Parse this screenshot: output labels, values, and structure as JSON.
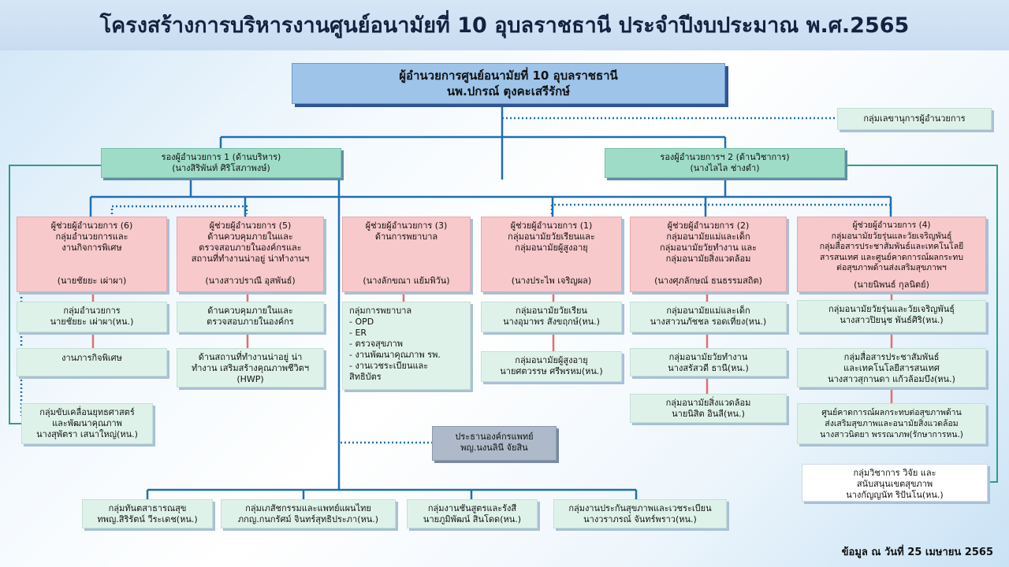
{
  "title": "โครงสร้างการบริหารงานศูนย์อนามัยที่ 10  อุบลราชธานี ประจำปีงบประมาณ พ.ศ.2565",
  "director": {
    "title": "ผู้อำนวยการศูนย์อนามัยที่ 10 อุบลราชธานี",
    "name": "นพ.ปกรณ์ ตุงคะเสรีรักษ์"
  },
  "secretary_group": "กลุ่มเลขานุการผู้อำนวยการ",
  "deputy1": {
    "title": "รองผู้อำนวยการ 1 (ด้านบริหาร)",
    "name": "(นางสิริพันท์ ศิริโสภาพงษ์)"
  },
  "deputy2": {
    "title": "รองผู้อำนวยการฯ 2 (ด้านวิชาการ)",
    "name": "(นางไลไล ช่างดำ)"
  },
  "assistants": [
    {
      "l1": "ผู้ช่วยผู้อำนวยการ (6)",
      "l2": "กลุ่มอำนวยการและ",
      "l3": "งานกิจการพิเศษ",
      "name": "(นายชัยยะ เผ่าผา)"
    },
    {
      "l1": "ผู้ช่วยผู้อำนวยการ (5)",
      "l2": "ด้านควบคุมภายในและ",
      "l3": "ตรวจสอบภายในองค์กรและ",
      "l4": "สถานที่ทำงานน่าอยู่ น่าทำงานฯ",
      "name": "(นางสาวปราณี  อุสพันธ์)"
    },
    {
      "l1": "ผู้ช่วยผู้อำนวยการ (3)",
      "l2": "ด้านการพยาบาล",
      "name": "(นางลักขณา แย้มพิวัน)"
    },
    {
      "l1": "ผู้ช่วยผู้อำนวยการ (1)",
      "l2": "กลุ่มอนามัยวัยเรียนและ",
      "l3": "กลุ่มอนามัยผู้สูงอายุ",
      "name": "(นางประไพ เจริญผล)"
    },
    {
      "l1": "ผู้ช่วยผู้อำนวยการ (2)",
      "l2": "กลุ่มอนามัยแม่และเด็ก",
      "l3": "กลุ่มอนามัยวัยทำงาน และ",
      "l4": "กลุ่มอนามัยสิ่งแวดล้อม",
      "name": "(นางศุภลักษณ์ ธนธรรมสถิต)"
    },
    {
      "l1": "ผู้ช่วยผู้อำนวยการ (4)",
      "l2": "กลุ่มอนามัยวัยรุ่นและวัยเจริญพันธุ์",
      "l3": "กลุ่มสื่อสารประชาสัมพันธ์และเทคโนโลยี",
      "l4": "สารสนเทศ และศูนย์คาดการณ์ผลกระทบ",
      "l5": "ต่อสุขภาพด้านส่งเสริมสุขภาพฯ",
      "name": "(นายนิพนธ์ กุลนิตย์)"
    }
  ],
  "col1": [
    {
      "l1": "กลุ่มอำนวยการ",
      "l2": "นายชัยยะ เผ่าผา(หน.)"
    },
    {
      "l1": "งานภารกิจพิเศษ"
    }
  ],
  "col2": [
    {
      "l1": "ด้านควบคุมภายในและ",
      "l2": "ตรวจสอบภายในองค์กร"
    },
    {
      "l1": "ด้านสถานที่ทำงานน่าอยู่ น่า",
      "l2": "ทำงาน เสริมสร้างคุณภาพชีวิตฯ",
      "l3": "(HWP)"
    }
  ],
  "col3": {
    "head": "กลุ่มการพยาบาล",
    "items": [
      "- OPD",
      "- ER",
      "- ตรวจสุขภาพ",
      "- งานพัฒนาคุณภาพ รพ.",
      "- งานเวชระเบียนและ",
      "สิทธิบัตร"
    ]
  },
  "col4": [
    {
      "l1": "กลุ่มอนามัยวัยเรียน",
      "l2": "นางอุมาพร  สังขฤกษ์(หน.)"
    },
    {
      "l1": "กลุ่มอนามัยผู้สูงอายุ",
      "l2": "นายศตวรรษ  ศรีพรหม(หน.)"
    }
  ],
  "col5": [
    {
      "l1": "กลุ่มอนามัยแม่และเด็ก",
      "l2": "นางสาวนภัชชล รอดเที่ยง(หน.)"
    },
    {
      "l1": "กลุ่มอนามัยวัยทำงาน",
      "l2": "นางสรัสวดี  ธานี(หน.)"
    },
    {
      "l1": "กลุ่มอนามัยสิ่งแวดล้อม",
      "l2": "นายนิสิต  อินลี(หน.)"
    }
  ],
  "col6": [
    {
      "l1": "กลุ่มอนามัยวัยรุ่นและวัยเจริญพันธุ์",
      "l2": "นางสาวปิยนุช พันธ์ศิริ(หน.)"
    },
    {
      "l1": "กลุ่มสื่อสารประชาสัมพันธ์",
      "l2": "และเทคโนโลยีสารสนเทศ",
      "l3": "นางสาวสุกานดา แก้วล้อมบึง(หน.)"
    },
    {
      "l1": "ศูนย์คาดการณ์ผลกระทบต่อสุขภาพด้าน",
      "l2": "ส่งเสริมสุขภาพและอนามัยสิ่งแวดล้อม",
      "l3": "นางสาวนิตยา  พรรณาภพ(รักษาการหน.)"
    }
  ],
  "strategy_group": {
    "l1": "กลุ่มขับเคลื่อนยุทธศาสตร์",
    "l2": "และพัฒนาคุณภาพ",
    "l3": "นางสุพัตรา เสนาใหญ่(หน.)"
  },
  "academic_group": {
    "l1": "กลุ่มวิชาการ วิจัย และ",
    "l2": "สนับสนุนเขตสุขภาพ",
    "l3": "นางกัญญนัท ริปันโน(หน.)"
  },
  "medical_org": {
    "l1": "ประธานองค์กรแพทย์",
    "l2": "พญ.นงนลินี จัยสิน"
  },
  "bottom": [
    {
      "l1": "กลุ่มทันตสาธารณสุข",
      "l2": "ทพญ.สิริรัตน์ วีระเดช(หน.)"
    },
    {
      "l1": "กลุ่มเภสัชกรรมและแพทย์แผนไทย",
      "l2": "ภกญ.กนกรัศม์  จินทร์สุทธิประภา(หน.)"
    },
    {
      "l1": "กลุ่มงานชันสูตรและรังสี",
      "l2": "นายภูมิพัฒน์  สินโดด(หน.)"
    },
    {
      "l1": "กลุ่มงานประกันสุขภาพและเวชระเบียน",
      "l2": "นางวราภรณ์  จันทร์พราว(หน.)"
    }
  ],
  "footer": "ข้อมูล ณ วันที่ 25 เมษายน 2565"
}
